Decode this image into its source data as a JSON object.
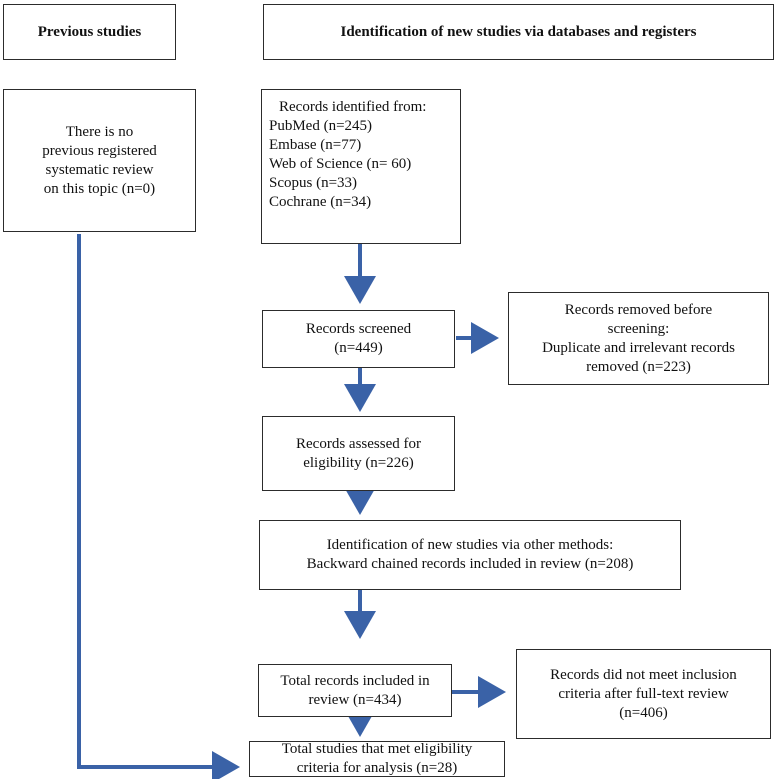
{
  "headers": {
    "previous": "Previous studies",
    "identification": "Identification of new studies via databases and registers"
  },
  "previous_box": {
    "lines": [
      "There is no",
      "previous registered",
      "systematic review",
      "on this topic (n=0)"
    ]
  },
  "records_identified": {
    "lines": [
      "Records identified from:",
      "PubMed (n=245)",
      "Embase (n=77)",
      "Web of Science (n= 60)",
      "Scopus (n=33)",
      "Cochrane (n=34)"
    ]
  },
  "records_screened": {
    "lines": [
      "Records screened",
      "(n=449)"
    ]
  },
  "records_removed": {
    "lines": [
      "Records removed before",
      "screening:",
      "Duplicate and irrelevant records",
      "removed (n=223)"
    ]
  },
  "records_assessed": {
    "lines": [
      "Records assessed for",
      "eligibility (n=226)"
    ]
  },
  "other_methods": {
    "lines": [
      "Identification of new studies via other methods:",
      "Backward chained records included in review (n=208)"
    ]
  },
  "total_included": {
    "lines": [
      "Total records included in",
      "review (n=434)"
    ]
  },
  "not_met": {
    "lines": [
      "Records did not meet inclusion",
      "criteria after full-text review",
      "(n=406)"
    ]
  },
  "total_eligible": {
    "lines": [
      "Total studies that met eligibility",
      "criteria for analysis (n=28)"
    ]
  },
  "colors": {
    "arrow": "#3a62a7",
    "border": "#2c2c2c",
    "text": "#111111"
  }
}
